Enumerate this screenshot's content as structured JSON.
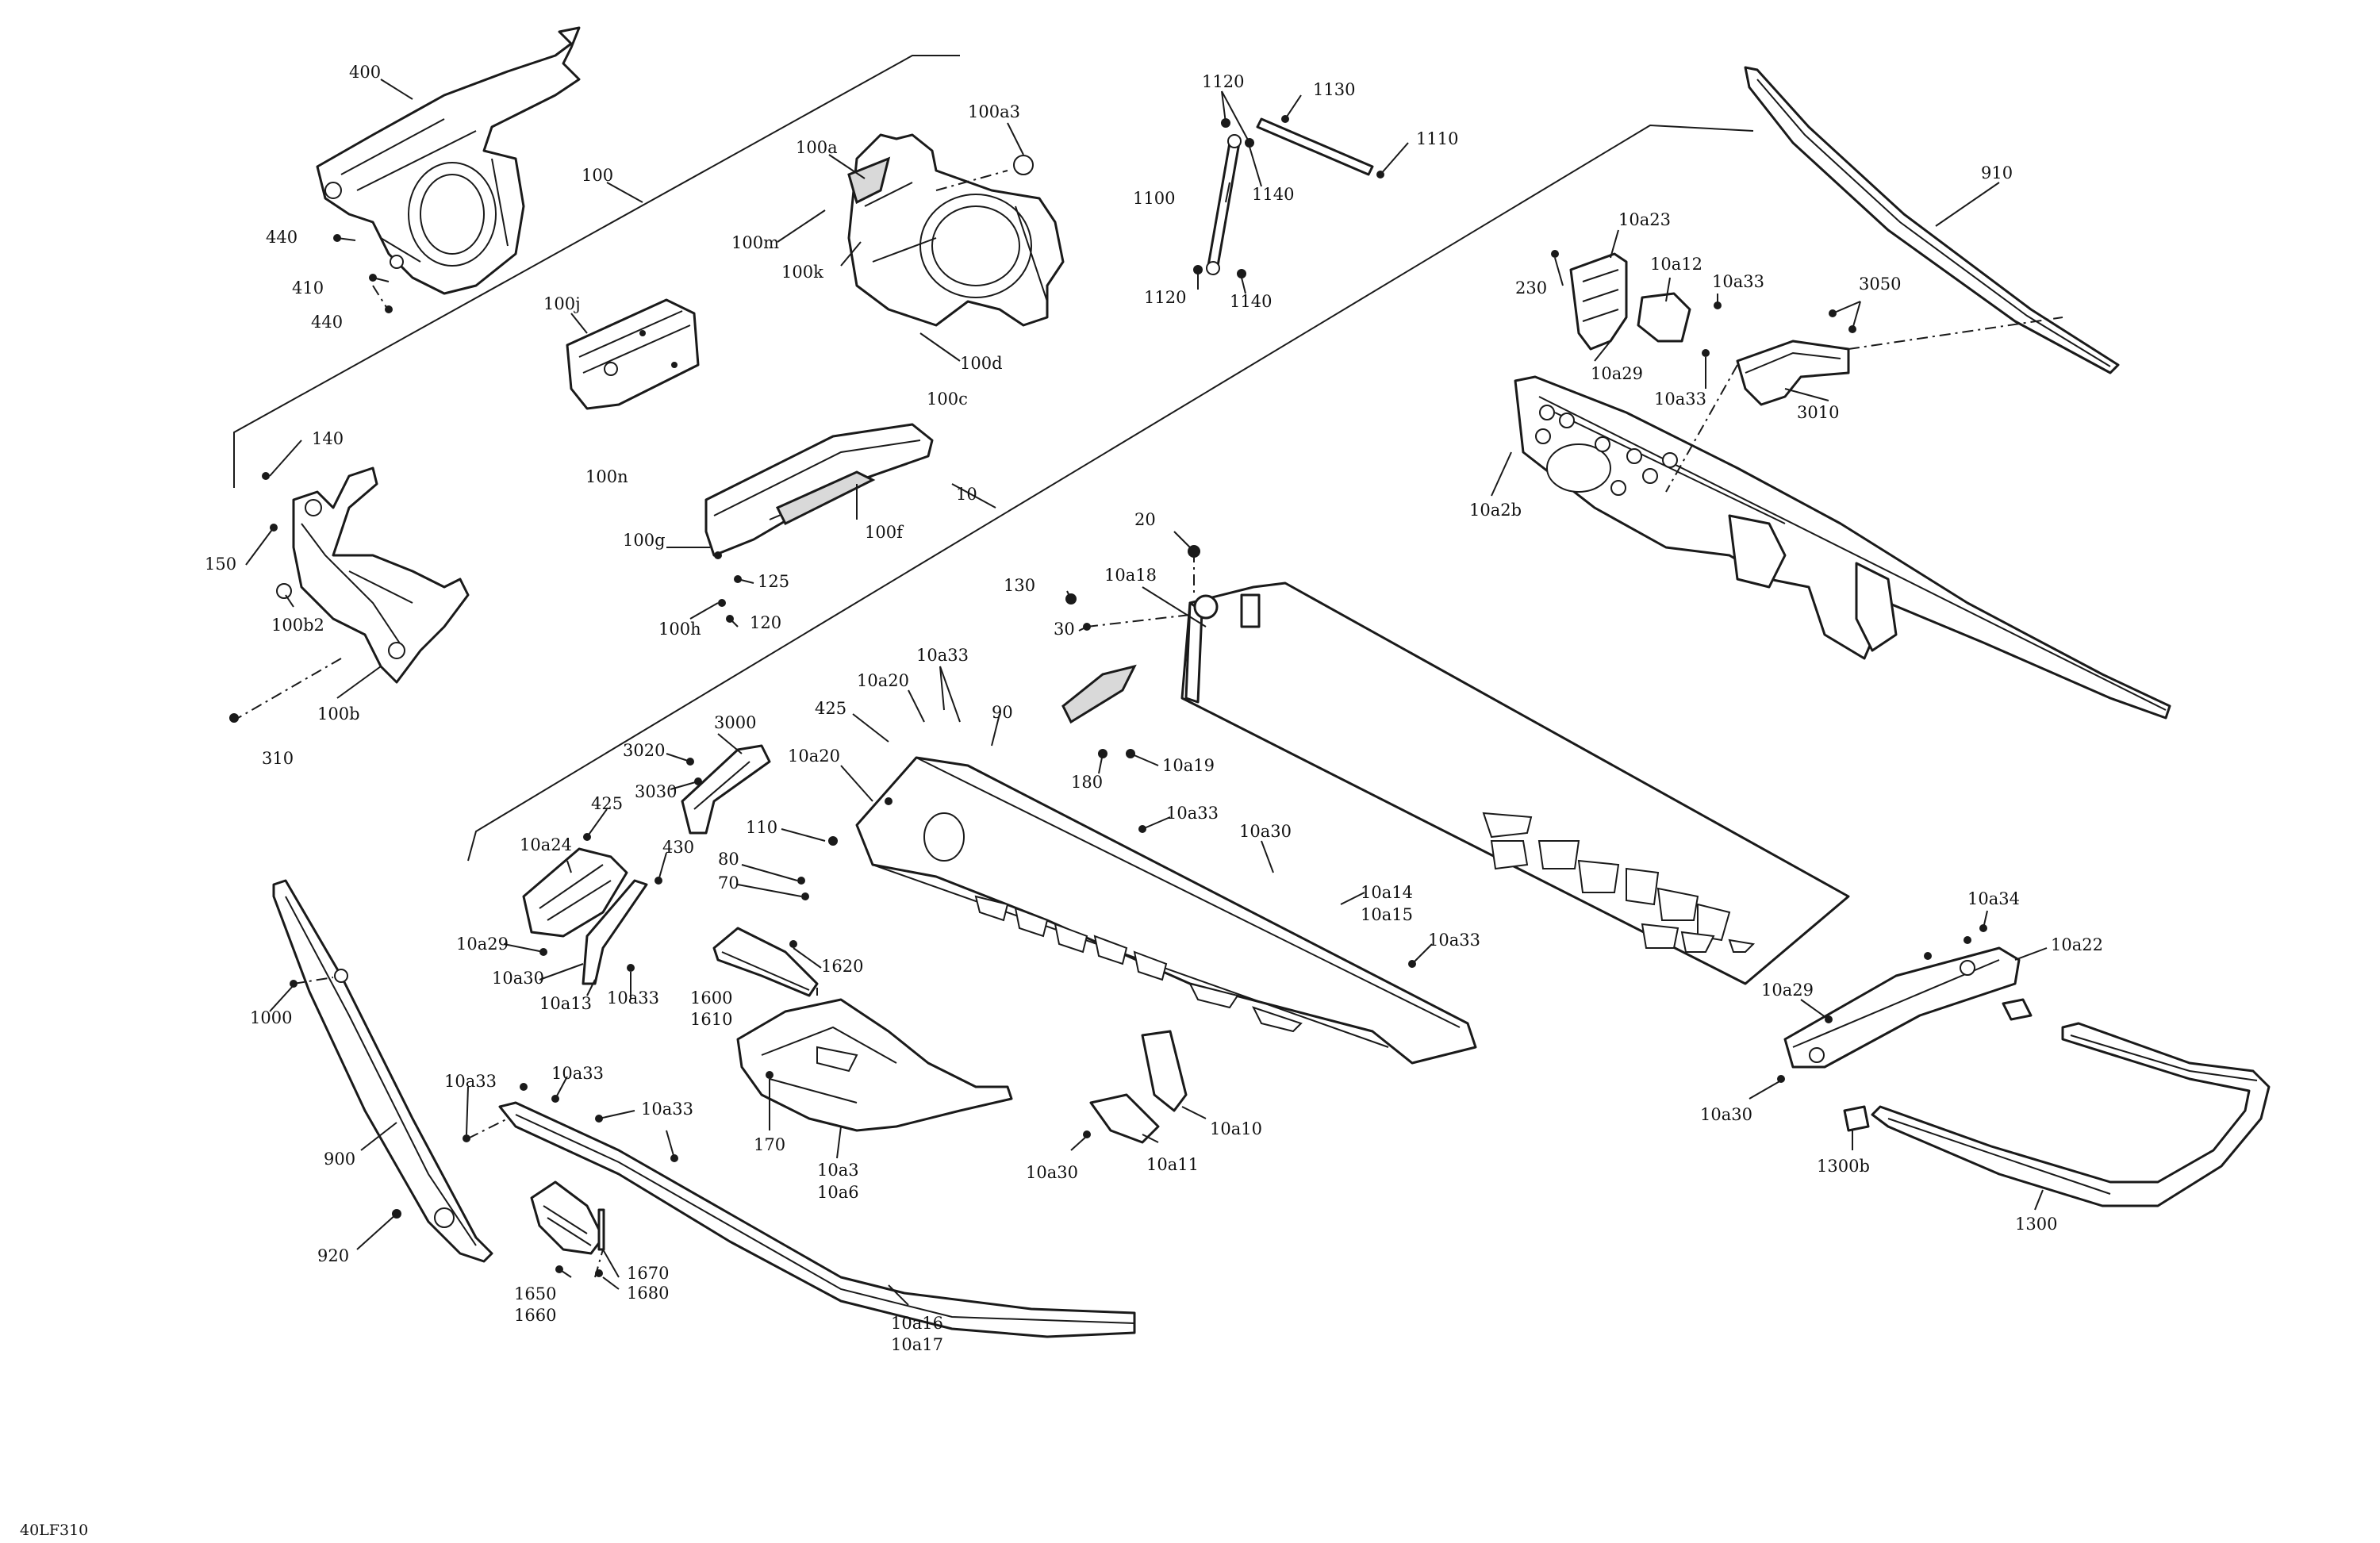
{
  "diagram_code": "40LF310",
  "labels": {
    "l400": "400",
    "l100": "100",
    "l440a": "440",
    "l410": "410",
    "l440b": "440",
    "l100a": "100a",
    "l100a3": "100a3",
    "l100m": "100m",
    "l100k": "100k",
    "l100d": "100d",
    "l100c": "100c",
    "l100j": "100j",
    "l100n": "100n",
    "l1120a": "1120",
    "l1130": "1130",
    "l1110": "1110",
    "l1100": "1100",
    "l1140a": "1140",
    "l1120b": "1120",
    "l1140b": "1140",
    "l910": "910",
    "l10a23": "10a23",
    "l230": "230",
    "l10a12": "10a12",
    "l10a33a": "10a33",
    "l3050": "3050",
    "l10a29a": "10a29",
    "l10a33b": "10a33",
    "l3010": "3010",
    "l10a2b": "10a2b",
    "l140": "140",
    "l150": "150",
    "l100b2": "100b2",
    "l100b": "100b",
    "l310": "310",
    "l100g": "100g",
    "l100f": "100f",
    "l125": "125",
    "l100h": "100h",
    "l120": "120",
    "l10": "10",
    "l20": "20",
    "l130": "130",
    "l10a18": "10a18",
    "l30": "30",
    "l180": "180",
    "l10a19": "10a19",
    "l10a33c": "10a33",
    "l10a20a": "10a20",
    "l425a": "425",
    "l90": "90",
    "l3000": "3000",
    "l3020": "3020",
    "l3030": "3030",
    "l10a20b": "10a20",
    "l110": "110",
    "l80": "80",
    "l70": "70",
    "l10a33d": "10a33",
    "l10a30a": "10a30",
    "l10a14": "10a14",
    "l10a15": "10a15",
    "l10a33e": "10a33",
    "l425b": "425",
    "l430": "430",
    "l10a24": "10a24",
    "l10a29b": "10a29",
    "l10a30b": "10a30",
    "l10a13": "10a13",
    "l10a33f": "10a33",
    "l1620": "1620",
    "l1600": "1600",
    "l1610": "1610",
    "l1000": "1000",
    "l900": "900",
    "l920": "920",
    "l10a33g": "10a33",
    "l10a33h": "10a33",
    "l10a33i": "10a33",
    "l170": "170",
    "l10a3": "10a3",
    "l10a6": "10a6",
    "l1670": "1670",
    "l1650": "1650",
    "l1660": "1660",
    "l1680": "1680",
    "l10a16": "10a16",
    "l10a17": "10a17",
    "l10a10": "10a10",
    "l10a30c": "10a30",
    "l10a11": "10a11",
    "l10a34": "10a34",
    "l10a22": "10a22",
    "l10a29c": "10a29",
    "l10a30d": "10a30",
    "l1300b": "1300b",
    "l1300": "1300"
  }
}
